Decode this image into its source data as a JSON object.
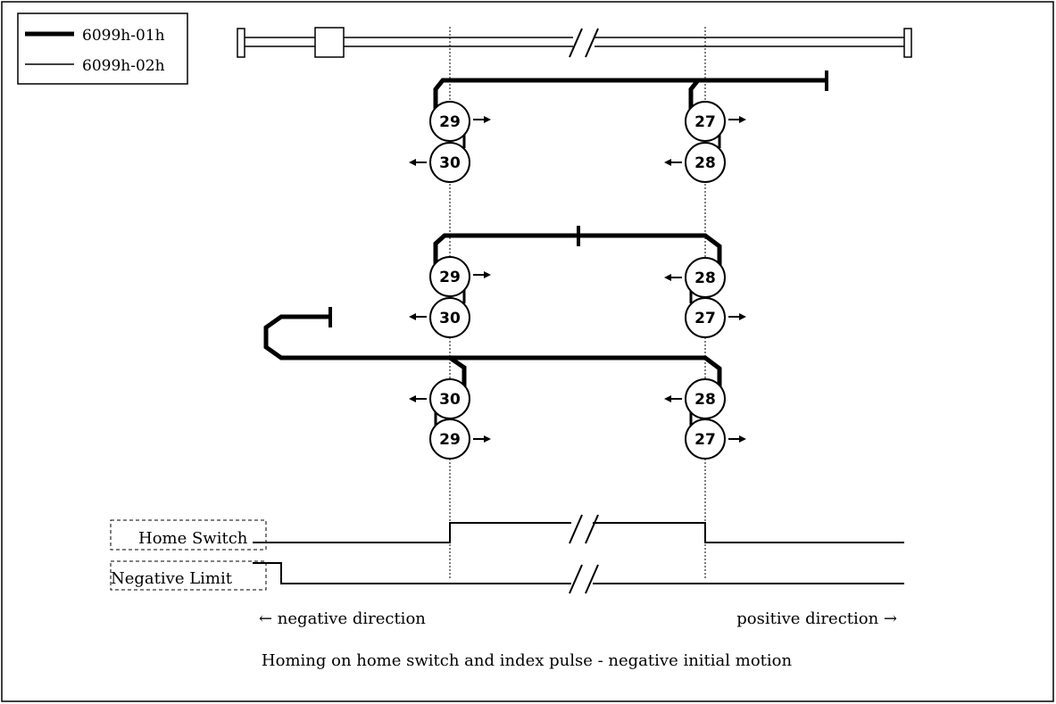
{
  "legend": {
    "items": [
      {
        "label": "6099h-01h",
        "style": "thick"
      },
      {
        "label": "6099h-02h",
        "style": "thin"
      }
    ]
  },
  "signals": {
    "home_switch_label": "Home Switch",
    "negative_limit_label": "Negative Limit"
  },
  "directions": {
    "negative": "← negative direction",
    "positive": "positive direction →"
  },
  "caption": "Homing on home switch and index pulse - negative initial motion",
  "methods": {
    "row1_left_top": "29",
    "row1_left_bottom": "30",
    "row1_right_top": "27",
    "row1_right_bottom": "28",
    "row2_left_top": "29",
    "row2_left_bottom": "30",
    "row2_right_top": "28",
    "row2_right_bottom": "27",
    "row3_left_top": "30",
    "row3_left_bottom": "29",
    "row3_right_top": "28",
    "row3_right_bottom": "27"
  },
  "colors": {
    "line": "#000000",
    "background": "#ffffff"
  }
}
